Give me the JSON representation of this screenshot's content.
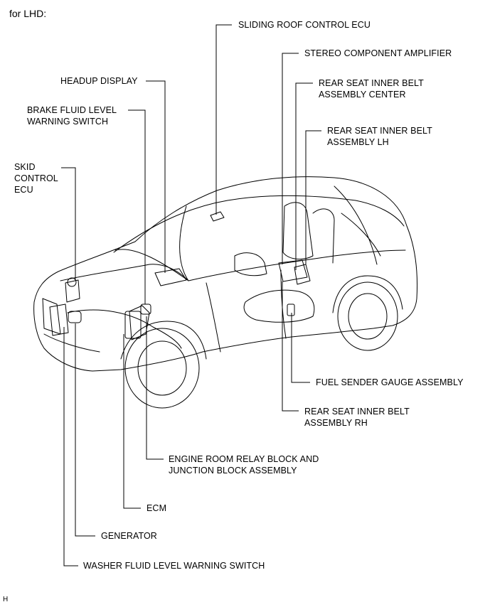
{
  "header": "for LHD:",
  "figure_code": "H",
  "labels": {
    "sliding_roof": [
      "SLIDING ROOF CONTROL ECU"
    ],
    "stereo_amp": [
      "STEREO COMPONENT AMPLIFIER"
    ],
    "belt_center": [
      "REAR SEAT INNER BELT",
      "ASSEMBLY CENTER"
    ],
    "belt_lh": [
      "REAR SEAT INNER BELT",
      "ASSEMBLY LH"
    ],
    "headup": [
      "HEADUP DISPLAY"
    ],
    "brake_fluid": [
      "BRAKE FLUID LEVEL",
      "WARNING SWITCH"
    ],
    "skid": [
      "SKID",
      "CONTROL",
      "ECU"
    ],
    "fuel_sender": [
      "FUEL SENDER GAUGE ASSEMBLY"
    ],
    "belt_rh": [
      "REAR SEAT INNER BELT",
      "ASSEMBLY RH"
    ],
    "relay_block": [
      "ENGINE ROOM RELAY BLOCK AND",
      "JUNCTION BLOCK ASSEMBLY"
    ],
    "ecm": [
      "ECM"
    ],
    "generator": [
      "GENERATOR"
    ],
    "washer": [
      "WASHER FLUID LEVEL WARNING SWITCH"
    ]
  }
}
